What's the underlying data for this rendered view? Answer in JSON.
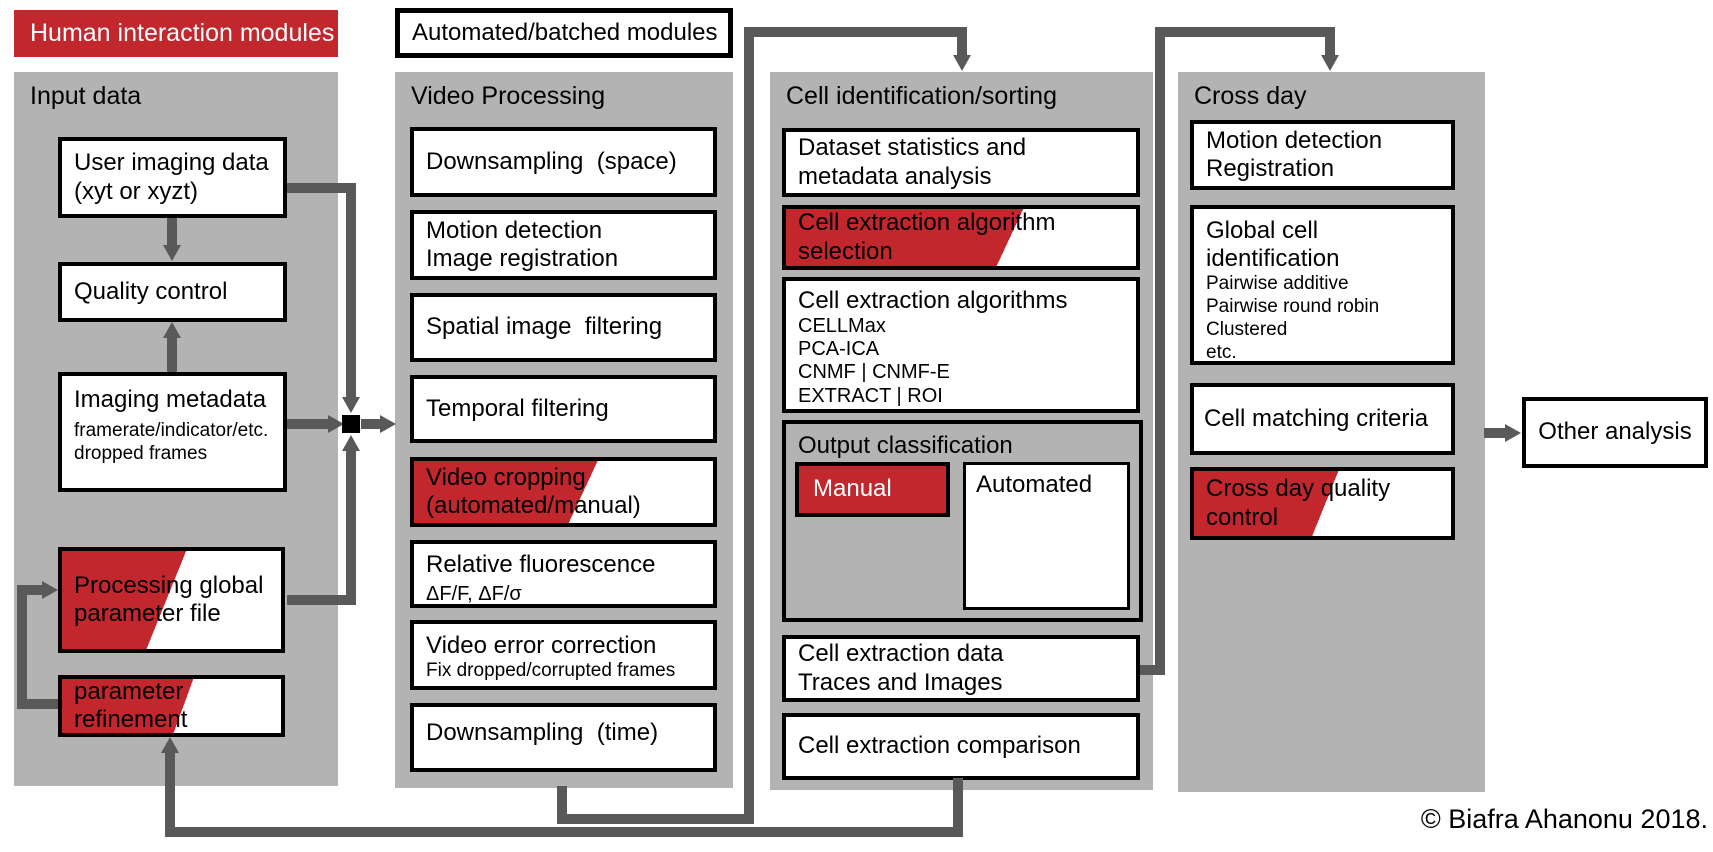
{
  "legend": {
    "human": "Human interaction modules",
    "automated": "Automated/batched modules"
  },
  "input": {
    "title": "Input data",
    "user_imaging": "User imaging data\n(xyt or xyzt)",
    "quality": "Quality control",
    "metadata": {
      "title": "Imaging metadata",
      "sub": "framerate/indicator/etc.\ndropped frames"
    },
    "param_file": "Processing global\nparameter file",
    "refinement": "parameter\nrefinement"
  },
  "video": {
    "title": "Video Processing",
    "boxes": [
      {
        "text": "Downsampling  (space)"
      },
      {
        "text": "Motion detection\nImage registration"
      },
      {
        "text": "Spatial image  filtering"
      },
      {
        "text": "Temporal filtering"
      },
      {
        "text": "Video cropping\n(automated/manual)"
      },
      {
        "text": "Relative fluorescence",
        "sub": "ΔF/F, ΔF/σ"
      },
      {
        "text": "Video error correction",
        "sub": "Fix dropped/corrupted frames"
      },
      {
        "text": "Downsampling  (time)"
      }
    ]
  },
  "cellid": {
    "title": "Cell identification/sorting",
    "dataset": "Dataset statistics and\nmetadata analysis",
    "algo_selection": "Cell extraction algorithm\nselection",
    "algorithms": {
      "title": "Cell extraction algorithms",
      "sub": "CELLMax\nPCA-ICA\nCNMF | CNMF-E\nEXTRACT | ROI"
    },
    "output_classification": {
      "title": "Output classification",
      "manual": "Manual",
      "automated": "Automated"
    },
    "extraction_data": "Cell extraction data\nTraces and Images",
    "comparison": "Cell extraction comparison"
  },
  "crossday": {
    "title": "Cross day",
    "motion": "Motion detection\nRegistration",
    "global_id": {
      "title": "Global cell\nidentification",
      "sub": "Pairwise additive\nPairwise round robin\nClustered\netc."
    },
    "matching": "Cell matching criteria",
    "quality": "Cross day quality\ncontrol"
  },
  "other_analysis": "Other analysis",
  "copyright": "© Biafra Ahanonu 2018.",
  "colors": {
    "module_red": "#c1272d",
    "panel_gray": "#b3b3b3",
    "connector_gray": "#595959",
    "border_black": "#000000"
  }
}
